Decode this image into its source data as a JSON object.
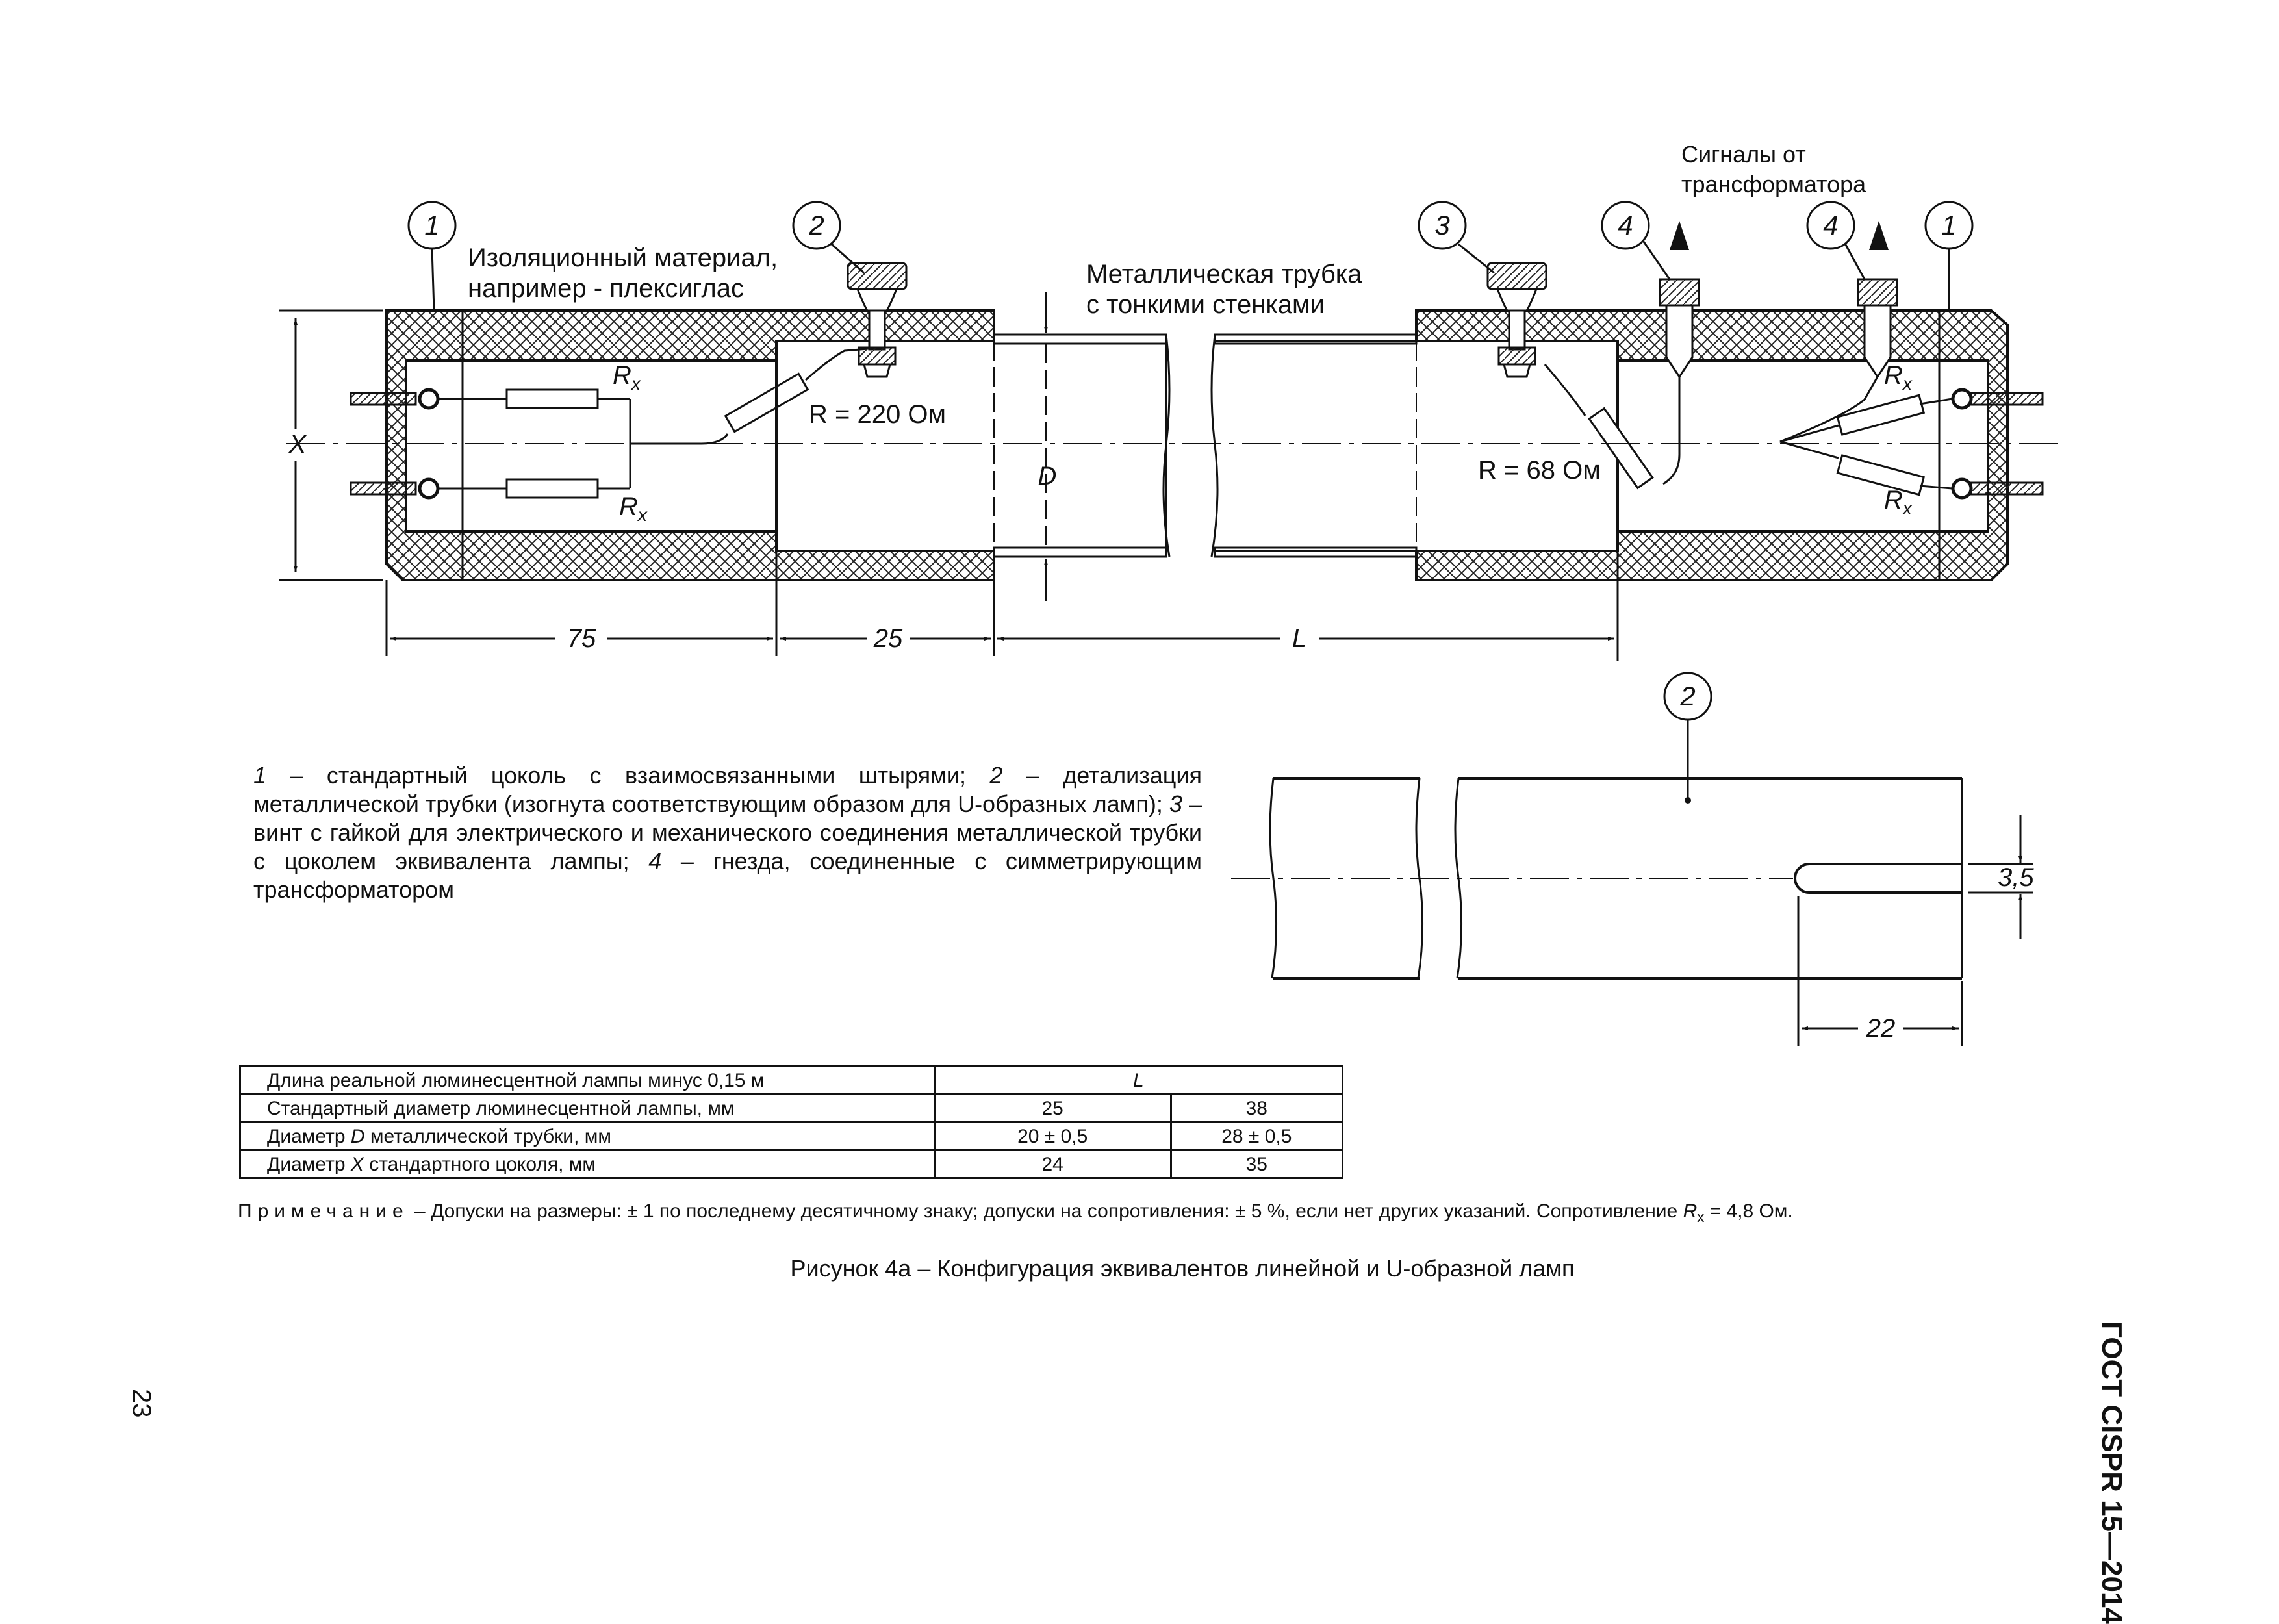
{
  "diagram": {
    "callouts": [
      "1",
      "2",
      "3",
      "4",
      "4",
      "1",
      "2"
    ],
    "labels": {
      "insulation": [
        "Изоляционный материал,",
        "например - плексиглас"
      ],
      "metal_tube": [
        "Металлическая трубка",
        "с тонкими стенками"
      ],
      "signals": [
        "Сигналы от",
        "трансформатора"
      ],
      "r220": "R = 220 Ом",
      "r68": "R = 68 Ом",
      "rx_main": "R",
      "rx_sub": "x"
    },
    "dimensions": {
      "x": "X",
      "d": "D",
      "d75": "75",
      "d25": "25",
      "l": "L",
      "d35": "3,5",
      "d22": "22"
    }
  },
  "legend": {
    "item1_num": "1",
    "item1": " – стандартный цоколь с взаимосвязанными штырями; ",
    "item2_num": "2",
    "item2": " – детализация металлической трубки (изогнута соответствующим образом для U-образных ламп); ",
    "item3_num": "3",
    "item3": " – винт с гайкой для электрического и механического соединения металлической трубки с цоколем эквивалента лампы; ",
    "item4_num": "4",
    "item4": " – гнезда, соединенные с симметрирующим трансформатором"
  },
  "table": {
    "row1": {
      "label": "Длина реальной люминесцентной лампы минус 0,15 м",
      "value": "L"
    },
    "row2": {
      "label": "Стандартный диаметр люминесцентной лампы, мм",
      "v1": "25",
      "v2": "38"
    },
    "row3": {
      "label_pre": "Диаметр ",
      "label_var": "D",
      "label_post": " металлической трубки, мм",
      "v1": "20 ± 0,5",
      "v2": "28 ± 0,5"
    },
    "row4": {
      "label_pre": "Диаметр ",
      "label_var": "X",
      "label_post": " стандартного цоколя, мм",
      "v1": "24",
      "v2": "35"
    }
  },
  "note": {
    "head": "Примечание",
    "text": " – Допуски на размеры: ± 1 по последнему десятичному знаку; допуски на сопротивления: ± 5 %, если нет других указаний. Сопротивление ",
    "var": "R",
    "sub": "x",
    "tail": " = 4,8 Ом."
  },
  "caption": "Рисунок 4а – Конфигурация эквивалентов линейной и U-образной ламп",
  "standard_id": "ГОСТ CISPR 15—2014",
  "page_number": "23"
}
